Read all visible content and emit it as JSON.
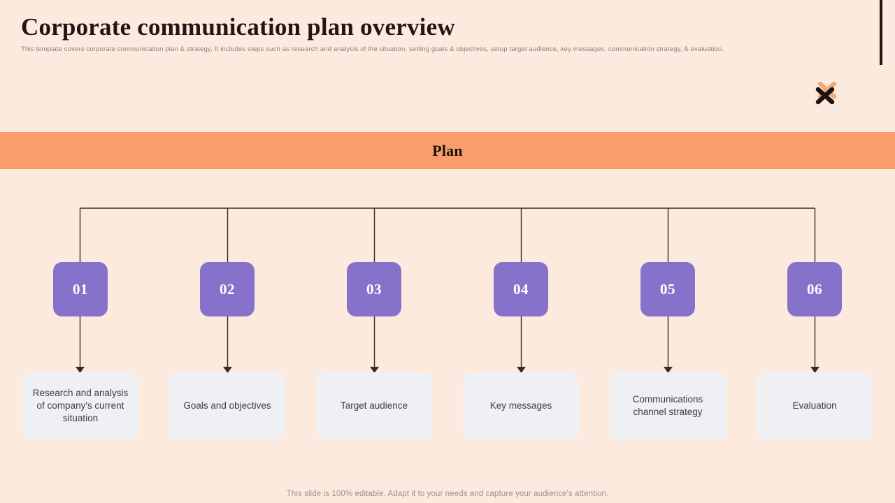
{
  "slide": {
    "background_color": "#fdeade",
    "title": "Corporate communication plan overview",
    "subtitle": "This template covers corporate communication plan & strategy. It includes steps such as research and analysis of the situation, setting goals & objectives, setup target audience, key messages, communication strategy, & evaluation.",
    "footer_note": "This slide is 100% editable. Adapt it to your needs and capture your audience's attention."
  },
  "brand": {
    "icon": "double-x-mark-icon",
    "front_color": "#1d120f",
    "back_color": "#f2a877"
  },
  "banner": {
    "label": "Plan",
    "background_color": "#fa9d6c",
    "text_color": "#1d120f"
  },
  "diagram": {
    "type": "horizontal-step-timeline",
    "badge_color": "#8672cb",
    "badge_text_color": "#ffffff",
    "card_color": "#eef0f3",
    "card_text_color": "#3d3d3d",
    "connector_color": "#3b2a22",
    "steps": [
      {
        "number": "01",
        "label": "Research and analysis of company's current situation"
      },
      {
        "number": "02",
        "label": "Goals and objectives"
      },
      {
        "number": "03",
        "label": "Target audience"
      },
      {
        "number": "04",
        "label": "Key messages"
      },
      {
        "number": "05",
        "label": "Communications channel strategy"
      },
      {
        "number": "06",
        "label": "Evaluation"
      }
    ]
  }
}
